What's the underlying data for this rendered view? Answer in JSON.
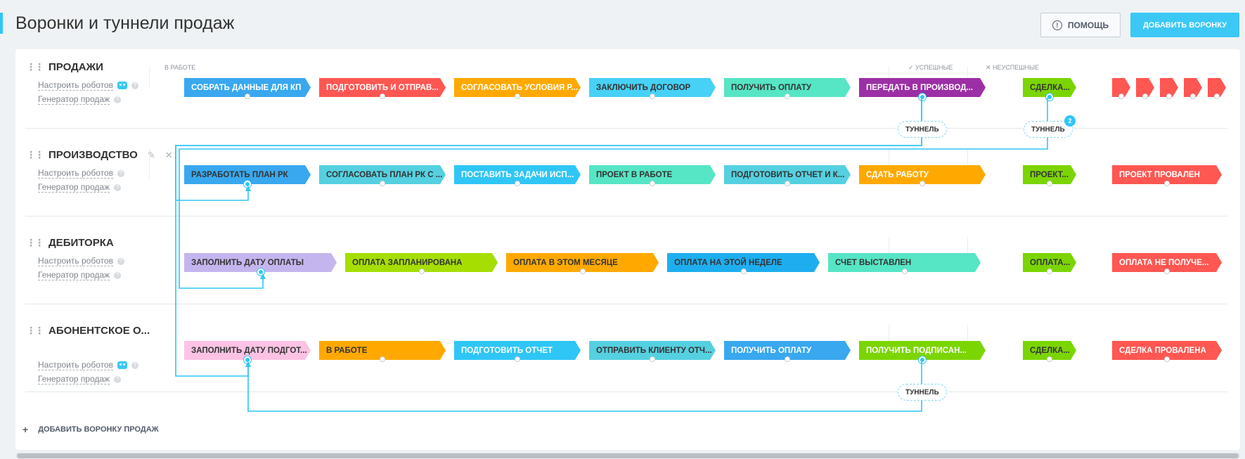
{
  "page": {
    "title": "Воронки и туннели продаж"
  },
  "toolbar": {
    "help_label": "ПОМОЩЬ",
    "add_funnel_label": "ДОБАВИТЬ ВОРОНКУ"
  },
  "columns": {
    "in_work": "В РАБОТЕ",
    "success": "✓ УСПЕШНЫЕ",
    "fail": "✕ НЕУСПЕШНЫЕ"
  },
  "colors": {
    "accent": "#2fc6f6",
    "connector": "#2fc6f6"
  },
  "funnels": [
    {
      "name": "ПРОДАЖИ",
      "robots_label": "Настроить роботов",
      "generator_label": "Генератор продаж",
      "stages": [
        {
          "label": "СОБРАТЬ ДАННЫЕ ДЛЯ КП",
          "color": "#39a8ef"
        },
        {
          "label": "ПОДГОТОВИТЬ И ОТПРАВ...",
          "color": "#ff5752"
        },
        {
          "label": "СОГЛАСОВАТЬ УСЛОВИЯ Р...",
          "color": "#ffa900"
        },
        {
          "label": "ЗАКЛЮЧИТЬ ДОГОВОР",
          "color": "#47d1f6"
        },
        {
          "label": "ПОЛУЧИТЬ ОПЛАТУ",
          "color": "#56e5c5"
        },
        {
          "label": "ПЕРЕДАТЬ В ПРОИЗВОД...",
          "color": "#9c2fa5"
        }
      ],
      "success": {
        "label": "СДЕЛКА...",
        "color": "#7bd500"
      },
      "fail_color": "#ff5752",
      "tunnel_label": "ТУННЕЛЬ",
      "tunnel_count": "2"
    },
    {
      "name": "ПРОИЗВОДСТВО",
      "robots_label": "Настроить роботов",
      "generator_label": "Генератор продаж",
      "stages": [
        {
          "label": "РАЗРАБОТАТЬ ПЛАН РК",
          "color": "#39a8ef"
        },
        {
          "label": "СОГЛАСОВАТЬ ПЛАН РК С ...",
          "color": "#55d0e0"
        },
        {
          "label": "ПОСТАВИТЬ ЗАДАЧИ ИСП...",
          "color": "#2fc6f6"
        },
        {
          "label": "ПРОЕКТ В РАБОТЕ",
          "color": "#56e5c5"
        },
        {
          "label": "ПОДГОТОВИТЬ ОТЧЕТ И К...",
          "color": "#55d0e0"
        },
        {
          "label": "СДАТЬ РАБОТУ",
          "color": "#ffa900"
        }
      ],
      "success": {
        "label": "ПРОЕКТ...",
        "color": "#7bd500"
      },
      "fail": {
        "label": "ПРОЕКТ ПРОВАЛЕН",
        "color": "#ff5752"
      }
    },
    {
      "name": "ДЕБИТОРКА",
      "robots_label": "Настроить роботов",
      "generator_label": "Генератор продаж",
      "stages": [
        {
          "label": "ЗАПОЛНИТЬ ДАТУ ОПЛАТЫ",
          "color": "#c5b5ee"
        },
        {
          "label": "ОПЛАТА ЗАПЛАНИРОВАНА",
          "color": "#a5de00"
        },
        {
          "label": "ОПЛАТА В ЭТОМ МЕСЯЦЕ",
          "color": "#ffa900"
        },
        {
          "label": "ОПЛАТА НА ЭТОЙ НЕДЕЛЕ",
          "color": "#1eaeef"
        },
        {
          "label": "СЧЕТ ВЫСТАВЛЕН",
          "color": "#56e5c5"
        }
      ],
      "success": {
        "label": "ОПЛАТА...",
        "color": "#7bd500"
      },
      "fail": {
        "label": "ОПЛАТА НЕ ПОЛУЧЕ...",
        "color": "#ff5752"
      }
    },
    {
      "name": "АБОНЕНТСКОЕ О...",
      "robots_label": "Настроить роботов",
      "generator_label": "Генератор продаж",
      "stages": [
        {
          "label": "ЗАПОЛНИТЬ ДАТУ ПОДГОТ...",
          "color": "#fec3e4"
        },
        {
          "label": "В РАБОТЕ",
          "color": "#ffa900"
        },
        {
          "label": "ПОДГОТОВИТЬ ОТЧЕТ",
          "color": "#2fc6f6"
        },
        {
          "label": "ОТПРАВИТЬ КЛИЕНТУ ОТЧ...",
          "color": "#55d0e0"
        },
        {
          "label": "ПОЛУЧИТЬ ОПЛАТУ",
          "color": "#39a8ef"
        },
        {
          "label": "ПОЛУЧИТЬ ПОДПИСАН...",
          "color": "#7bd500"
        }
      ],
      "success": {
        "label": "СДЕЛКА...",
        "color": "#7bd500"
      },
      "fail": {
        "label": "СДЕЛКА ПРОВАЛЕНА",
        "color": "#ff5752"
      },
      "tunnel_label": "ТУННЕЛЬ"
    }
  ],
  "tunnels_top": {
    "left_label": "ТУННЕЛЬ",
    "right_label": "ТУННЕЛЬ"
  },
  "add_funnel_sales_label": "ДОБАВИТЬ ВОРОНКУ ПРОДАЖ"
}
